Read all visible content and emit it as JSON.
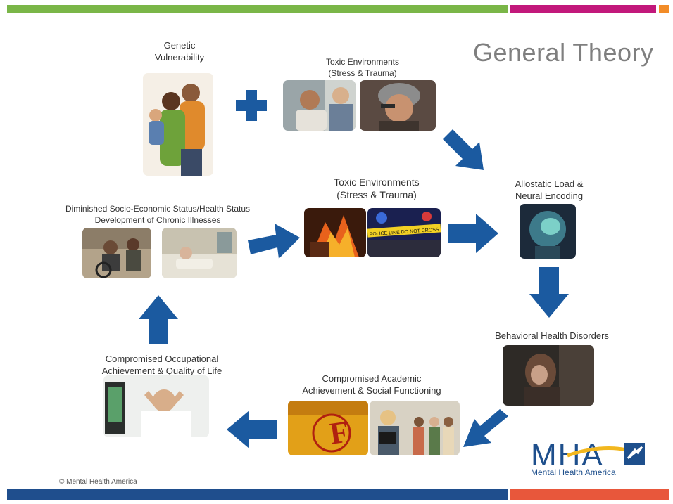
{
  "colors": {
    "top_green": "#7ab648",
    "top_magenta": "#c2187b",
    "top_orange": "#f28c28",
    "bottom_blue": "#1f4e8d",
    "bottom_orange": "#e8573b",
    "arrow_blue": "#1b5aa0",
    "title_gray": "#7f7f7f"
  },
  "title": "General Theory",
  "nodes": {
    "genetic": "Genetic\nVulnerability",
    "toxic_top": "Toxic Environments\n(Stress & Trauma)",
    "allostatic": "Allostatic Load &\nNeural Encoding",
    "toxic_mid": "Toxic Environments\n(Stress & Trauma)",
    "diminished": "Diminished Socio-Economic Status/Health Status\nDevelopment of Chronic Illnesses",
    "behavioral": "Behavioral Health Disorders",
    "academic": "Compromised Academic\nAchievement & Social Functioning",
    "occupational": "Compromised Occupational\nAchievement & Quality of Life"
  },
  "photo_text": {
    "police_tape": "POLICE LINE DO NOT CROSS",
    "grade": "F"
  },
  "logo": {
    "mark": "MHA",
    "name": "Mental Health America"
  },
  "footer": {
    "copyright": "© Mental Health America"
  }
}
